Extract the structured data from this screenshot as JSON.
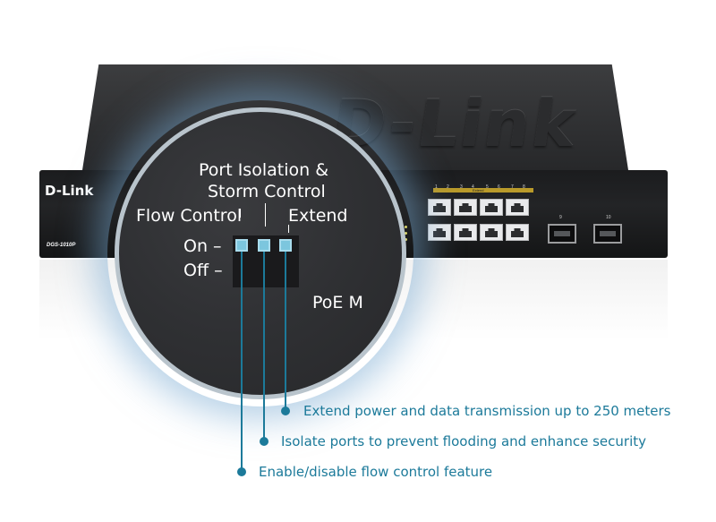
{
  "switch": {
    "brand_logo": "D-Link",
    "brand_emboss": "D-Link",
    "model": "DGS-1010P",
    "extend_label": "Extend",
    "port_numbers": [
      "1",
      "2",
      "3",
      "4",
      "5",
      "6",
      "7",
      "8"
    ],
    "sfp_numbers": [
      "9",
      "10"
    ]
  },
  "dip_panel": {
    "title_line1": "Port Isolation &",
    "title_line2": "Storm Control",
    "left_label": "Flow Control",
    "right_label": "Extend",
    "on_label": "On –",
    "off_label": "Off –",
    "poe_partial": "PoE M"
  },
  "callouts": {
    "extend": "Extend power and data transmission up to 250 meters",
    "isolation": "Isolate ports to prevent flooding and enhance security",
    "flow_control": "Enable/disable flow control feature"
  },
  "colors": {
    "accent": "#1c7a9a",
    "dip_switch": "#7cc6de",
    "extend_bar": "#b99a2a"
  }
}
